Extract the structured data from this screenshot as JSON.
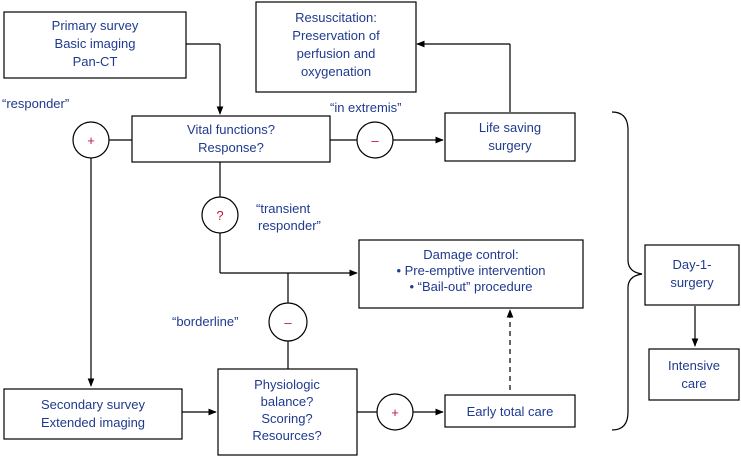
{
  "colors": {
    "text": "#1f3a8f",
    "symbol": "#c8103c",
    "lines": "#000000"
  },
  "boxes": {
    "primary": [
      "Primary survey",
      "Basic imaging",
      "Pan-CT"
    ],
    "resuscitation": [
      "Resuscitation:",
      "Preservation of",
      "perfusion and",
      "oxygenation"
    ],
    "vital": [
      "Vital functions?",
      "Response?"
    ],
    "life_saving": [
      "Life saving",
      "surgery"
    ],
    "damage_control": [
      "Damage control:",
      "• Pre-emptive intervention",
      "• “Bail-out” procedure"
    ],
    "day1": [
      "Day-1-",
      "surgery"
    ],
    "intensive": [
      "Intensive",
      "care"
    ],
    "secondary": [
      "Secondary survey",
      "Extended imaging"
    ],
    "physiologic": [
      "Physiologic",
      "balance?",
      "Scoring?",
      "Resources?"
    ],
    "early_total": [
      "Early total care"
    ]
  },
  "labels": {
    "responder": "“responder”",
    "in_extremis": "“in extremis”",
    "transient": [
      "“transient",
      "responder”"
    ],
    "borderline": "“borderline”"
  },
  "symbols": {
    "responder": "+",
    "extremis": "–",
    "transient": "?",
    "borderline": "–",
    "early": "+"
  }
}
